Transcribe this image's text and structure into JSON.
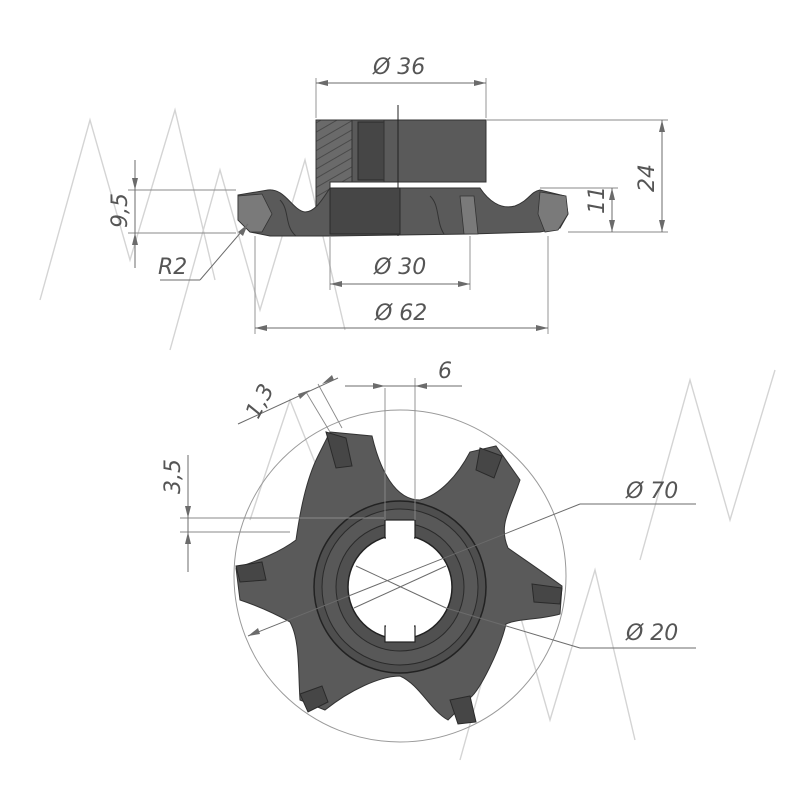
{
  "dimensions": {
    "d36": "Ø 36",
    "h24": "24",
    "h9_5": "9,5",
    "h11": "11",
    "r2": "R2",
    "d30": "Ø 30",
    "d62": "Ø 62",
    "w1_3": "1,3",
    "w6": "6",
    "h3_5": "3,5",
    "d70": "Ø 70",
    "d20": "Ø 20"
  },
  "colors": {
    "metal": "#5a5a5a",
    "metal_dark": "#464646",
    "dimension": "#6b6b6b",
    "watermark": "#d4d4d4"
  }
}
